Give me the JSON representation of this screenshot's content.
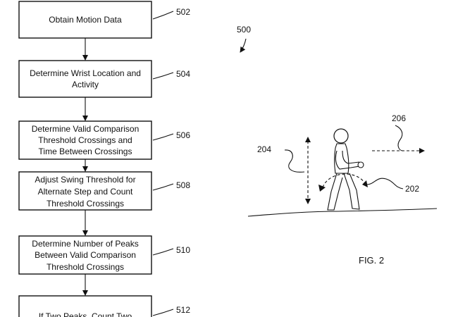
{
  "flowchart": {
    "steps": [
      {
        "ref": "502",
        "lines": [
          "Obtain Motion  Data"
        ]
      },
      {
        "ref": "504",
        "lines": [
          "Determine Wrist Location and",
          "Activity"
        ]
      },
      {
        "ref": "506",
        "lines": [
          "Determine Valid Comparison",
          "Threshold Crossings and",
          "Time Between Crossings"
        ]
      },
      {
        "ref": "508",
        "lines": [
          "Adjust Swing Threshold for",
          "Alternate Step and Count",
          "Threshold Crossings"
        ]
      },
      {
        "ref": "510",
        "lines": [
          "Determine Number of Peaks",
          "Between Valid Comparison",
          "Threshold Crossings"
        ]
      },
      {
        "ref": "512",
        "lines": [
          "If Two Peaks, Count Two"
        ]
      }
    ],
    "figure_ref": "500"
  },
  "illustration": {
    "refs": {
      "vertical_motion": "204",
      "forward_motion": "206",
      "arm_swing": "202"
    },
    "caption": "FIG. 2"
  }
}
